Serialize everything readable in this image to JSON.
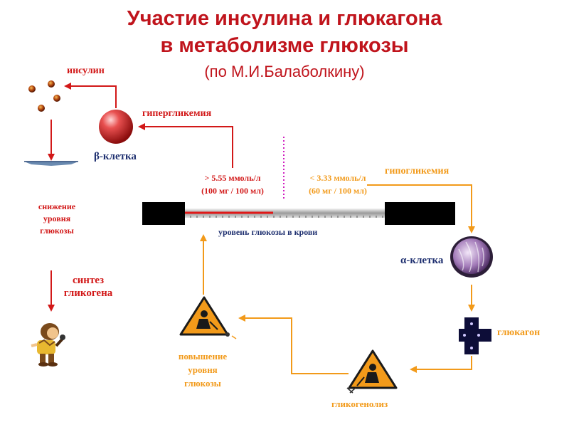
{
  "title": {
    "line1": "Участие инсулина и глюкагона",
    "line2": "в метаболизме глюкозы",
    "subtitle": "(по М.И.Балаболкину)"
  },
  "labels": {
    "insulin": "инсулин",
    "hyperglycemia": "гипергликемия",
    "beta_cell": "β-клетка",
    "high_threshold": "> 5.55 ммоль/л",
    "high_threshold_mg": "(100 мг / 100 мл)",
    "low_threshold": "< 3.33 ммоль/л",
    "low_threshold_mg": "(60 мг / 100 мл)",
    "hypoglycemia": "гипогликемия",
    "glucose_decrease_1": "снижение",
    "glucose_decrease_2": "уровня",
    "glucose_decrease_3": "глюкозы",
    "blood_glucose_level": "уровень глюкозы в крови",
    "alpha_cell": "α-клетка",
    "glycogen_synthesis_1": "синтез",
    "glycogen_synthesis_2": "гликогена",
    "glucagon": "глюкагон",
    "glucose_increase_1": "повышение",
    "glucose_increase_2": "уровня",
    "glucose_increase_3": "глюкозы",
    "glycogenolysis": "гликогенолиз"
  },
  "colors": {
    "title": "#c0141c",
    "insulin_path": "#d21818",
    "glucagon_path": "#f29a1a",
    "cell_labels": "#1f3070"
  },
  "icons": {
    "insulin_molecules": "insulin-molecule-icon",
    "beta_cell": "beta-cell-sphere-icon",
    "alpha_cell": "alpha-cell-icon",
    "glucagon": "glucagon-cross-icon",
    "worker_sign_left": "construction-warning-sign-icon",
    "worker_sign_right": "construction-warning-sign-icon",
    "caveman": "caveman-worker-icon",
    "receptor": "receptor-plate-icon"
  }
}
